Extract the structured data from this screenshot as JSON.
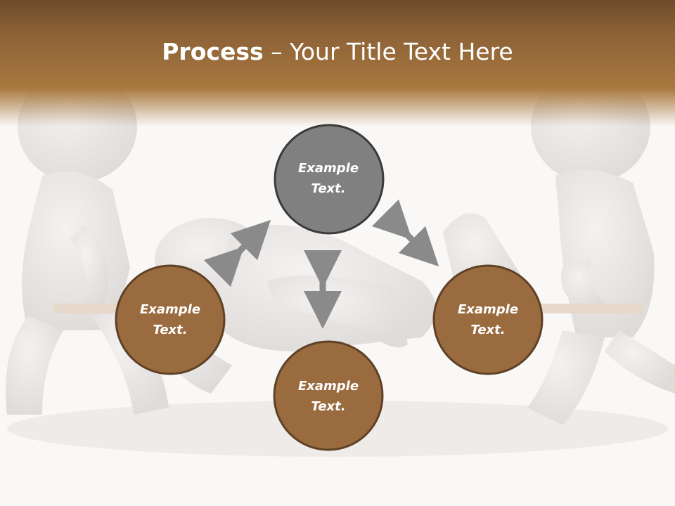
{
  "header": {
    "title_bold": "Process",
    "title_sep": " – ",
    "title_rest": "Your Title Text Here"
  },
  "diagram": {
    "nodes": [
      {
        "id": "top",
        "line1": "Example",
        "line2": "Text.",
        "fill": "#808080"
      },
      {
        "id": "left",
        "line1": "Example",
        "line2": "Text.",
        "fill": "#9a6b3f"
      },
      {
        "id": "bottom",
        "line1": "Example",
        "line2": "Text.",
        "fill": "#9a6b3f"
      },
      {
        "id": "right",
        "line1": "Example",
        "line2": "Text.",
        "fill": "#9a6b3f"
      }
    ],
    "connectors": [
      "top-left",
      "top-right",
      "center-vertical"
    ],
    "colors": {
      "node_border": "#3c3c3c",
      "brown_border": "#5e4126",
      "arrow": "#8a8a8a",
      "header": "#9b6d3c"
    }
  }
}
